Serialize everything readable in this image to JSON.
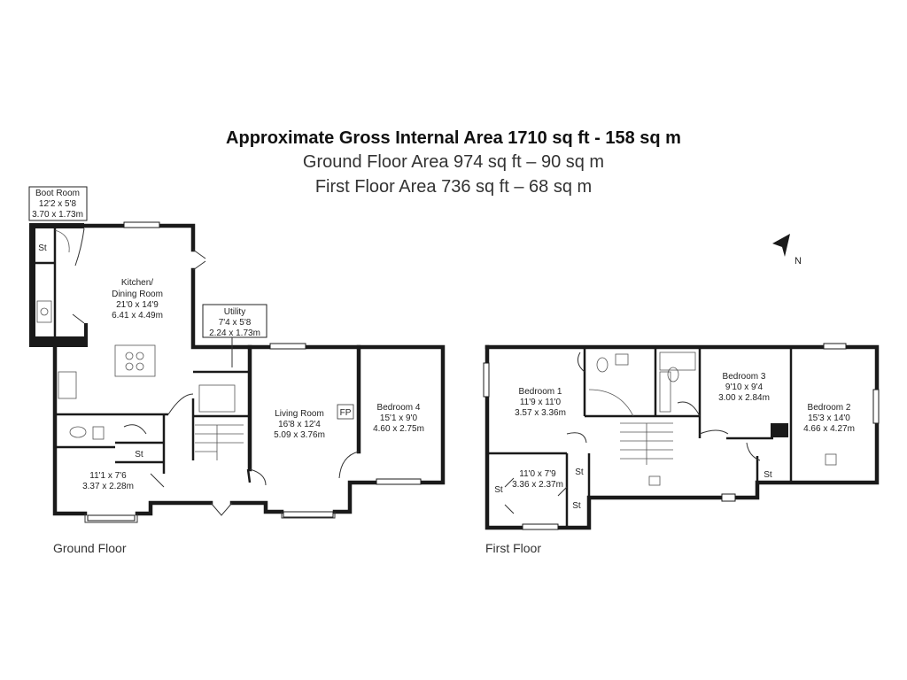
{
  "header": {
    "gross_area": "Approximate Gross Internal Area 1710 sq ft - 158 sq m",
    "ground_area": "Ground Floor Area 974 sq ft – 90 sq m",
    "first_area": "First Floor Area 736 sq ft – 68 sq m"
  },
  "compass": {
    "label": "N"
  },
  "ground_floor": {
    "label": "Ground Floor",
    "rooms": {
      "boot_room": {
        "name": "Boot Room",
        "dim_imperial": "12'2 x 5'8",
        "dim_metric": "3.70 x 1.73m"
      },
      "kitchen": {
        "name_line1": "Kitchen/",
        "name_line2": "Dining Room",
        "dim_imperial": "21'0 x 14'9",
        "dim_metric": "6.41 x 4.49m"
      },
      "utility": {
        "name": "Utility",
        "dim_imperial": "7'4 x 5'8",
        "dim_metric": "2.24 x 1.73m"
      },
      "living_room": {
        "name": "Living Room",
        "dim_imperial": "16'8 x 12'4",
        "dim_metric": "5.09 x 3.76m",
        "fireplace": "FP"
      },
      "bedroom4": {
        "name": "Bedroom 4",
        "dim_imperial": "15'1 x 9'0",
        "dim_metric": "4.60 x 2.75m"
      },
      "study": {
        "dim_imperial": "11'1 x 7'6",
        "dim_metric": "3.37 x 2.28m"
      },
      "store1": "St",
      "store2": "St"
    }
  },
  "first_floor": {
    "label": "First Floor",
    "rooms": {
      "bedroom1": {
        "name": "Bedroom 1",
        "dim_imperial": "11'9 x 11'0",
        "dim_metric": "3.57 x 3.36m"
      },
      "bedroom3": {
        "name": "Bedroom 3",
        "dim_imperial": "9'10 x 9'4",
        "dim_metric": "3.00 x 2.84m"
      },
      "bedroom2": {
        "name": "Bedroom 2",
        "dim_imperial": "15'3 x 14'0",
        "dim_metric": "4.66 x 4.27m"
      },
      "dressing": {
        "dim_imperial": "11'0 x 7'9",
        "dim_metric": "3.36 x 2.37m"
      },
      "store_a": "St",
      "store_b": "St",
      "store_c": "St",
      "store_d": "St"
    }
  }
}
